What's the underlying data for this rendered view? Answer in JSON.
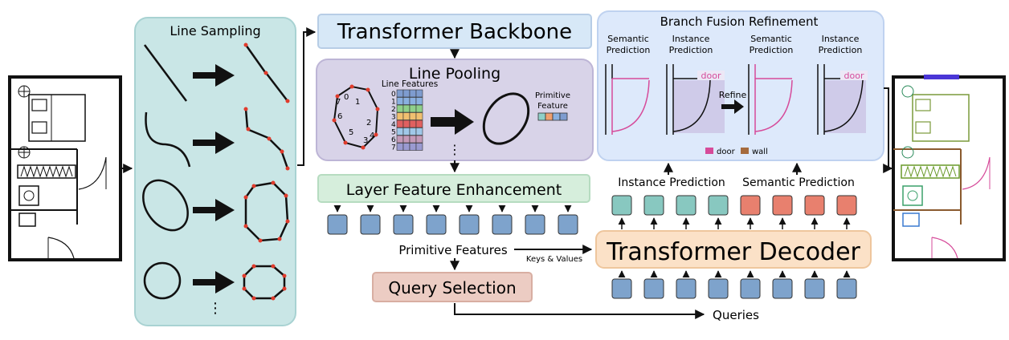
{
  "line_sampling": {
    "title": "Line Sampling",
    "ellipsis": "⋮"
  },
  "backbone": {
    "title": "Transformer Backbone"
  },
  "line_pooling": {
    "title": "Line Pooling",
    "line_features_label": "Line Features",
    "row_numbers": [
      "0",
      "1",
      "2",
      "3",
      "4",
      "5",
      "6",
      "7"
    ],
    "polygon_numbers": [
      "0",
      "1",
      "2",
      "3",
      "4",
      "5",
      "6",
      "7"
    ],
    "primitive_label_1": "Primitive",
    "primitive_label_2": "Feature",
    "ellipsis": "⋮"
  },
  "enhancement": {
    "title": "Layer Feature Enhancement"
  },
  "primitive_features": {
    "label": "Primitive Features"
  },
  "keys_values": {
    "label": "Keys & Values"
  },
  "query_selection": {
    "title": "Query Selection"
  },
  "decoder": {
    "title": "Transformer Decoder"
  },
  "queries": {
    "label": "Queries"
  },
  "instance_prediction": {
    "label": "Instance Prediction"
  },
  "semantic_prediction": {
    "label": "Semantic Prediction"
  },
  "fusion": {
    "title": "Branch Fusion Refinement",
    "col1_a": "Semantic",
    "col1_b": "Prediction",
    "col2_a": "Instance",
    "col2_b": "Prediction",
    "col3_a": "Semantic",
    "col3_b": "Prediction",
    "col4_a": "Instance",
    "col4_b": "Prediction",
    "door_tag": "door",
    "refine": "Refine",
    "legend_door": "door",
    "legend_wall": "wall"
  },
  "colors": {
    "teal_panel": "#c9e6e6",
    "blue_box": "#d7e8f7",
    "purple_box": "#d8d3e8",
    "green_box": "#d6eedc",
    "salmon_box": "#ecccc3",
    "orange_box": "#fbe1c7",
    "fusion_panel": "#dde9fb",
    "token_blue": "#7ea3cc",
    "token_teal": "#88c8c0",
    "token_red": "#e8806e",
    "door_pink": "#d64b9a",
    "wall_brown": "#a56a3c"
  }
}
